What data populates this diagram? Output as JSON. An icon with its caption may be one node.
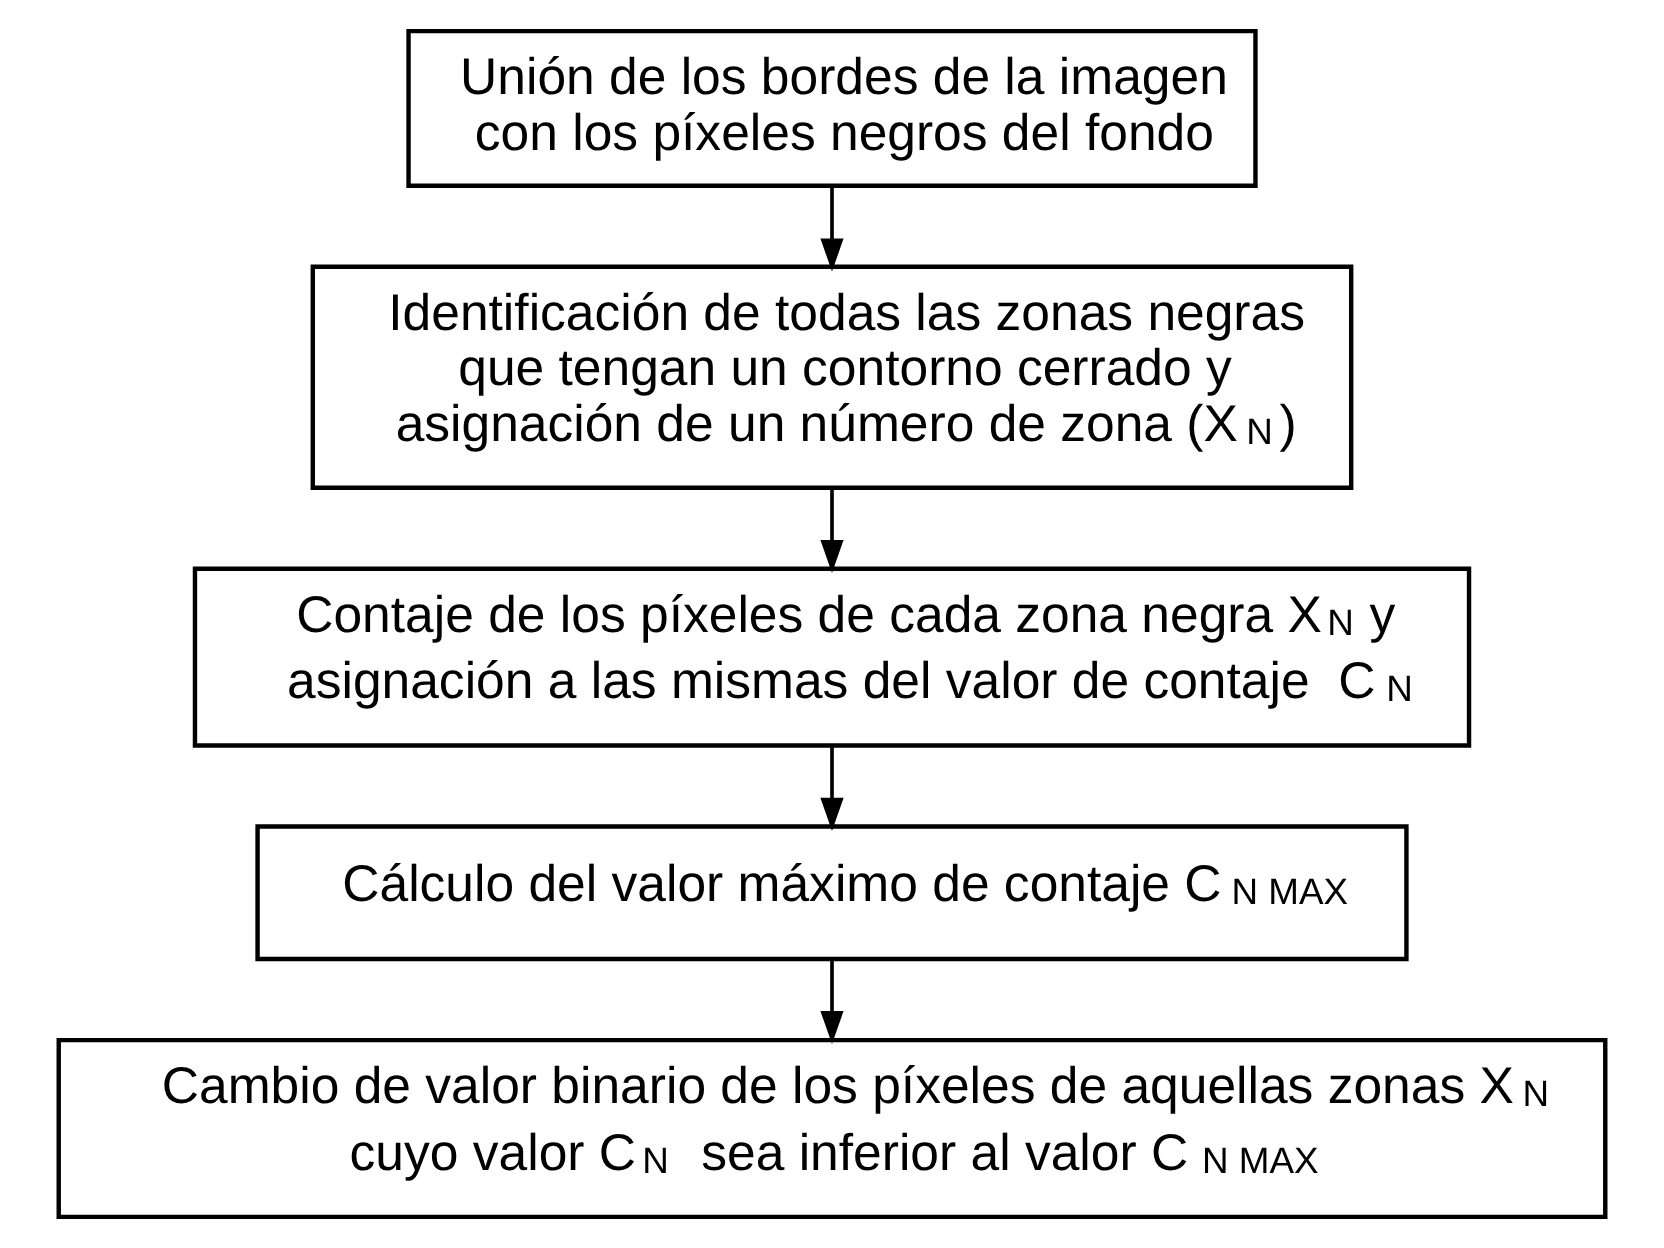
{
  "diagram": {
    "nodes": [
      {
        "text": [
          "Unión de los bordes de la imagen con los píxeles negros del fondo"
        ]
      },
      {
        "text": [
          "Identificación de todas las zonas negras que tengan un contorno cerrado y asignación de un número de zona (X$_{N}$)"
        ]
      },
      {
        "text": [
          "Contaje de los píxeles de cada zona negra X$_{N}$ y asignación a las mismas del valor de contaje  C$_{N}$"
        ]
      },
      {
        "text": [
          "Cálculo del valor máximo de contaje C$_{N MAX}$"
        ]
      },
      {
        "text": [
          "Cambio de valor binario de los píxeles de aquellas zonas X$_{N}$ cuyo valor C$_{N}$ sea inferior al valor C$_{N MAX}$"
        ]
      }
    ],
    "edges": [
      {
        "from": 0,
        "to": 1,
        "arrow": "to"
      },
      {
        "from": 1,
        "to": 2,
        "arrow": "to"
      },
      {
        "from": 2,
        "to": 3,
        "arrow": "to"
      },
      {
        "from": 3,
        "to": 4,
        "arrow": "to"
      }
    ]
  }
}
